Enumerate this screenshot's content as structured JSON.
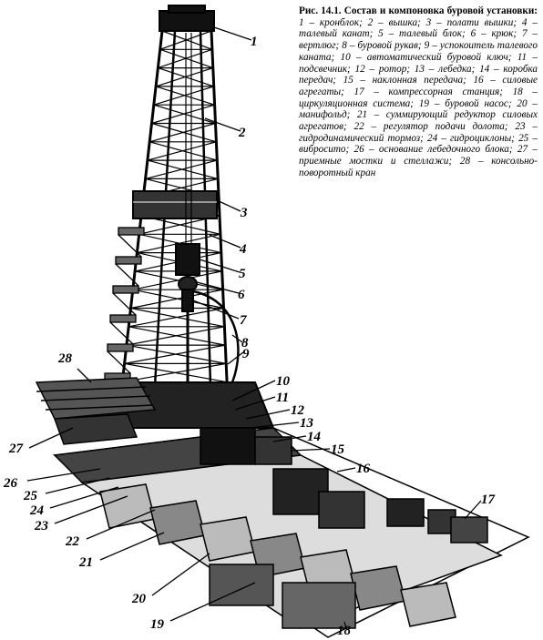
{
  "caption": {
    "title": "Рис. 14.1. Состав и компоновка буровой установки:",
    "body": "1 – кронблок; 2 – вышка; 3 – полати вышки; 4 – талевый канат; 5 – талевый блок; 6 – крюк; 7 – вертлюг; 8 – буровой рукав; 9 – успокоитель талевого каната; 10 – автоматический буровой ключ; 11 – подсвечник; 12 – ротор; 13 – лебедка; 14 – коробка передач; 15 – наклонная передача; 16 – силовые агрегаты; 17 – компрессорная станция; 18 – циркуляционная система; 19 – буровой насос; 20 – манифольд; 21 – суммирующий редуктор силовых агрегатов; 22 – регулятор подачи долота; 23 – гидродинамический тормоз; 24 – гидроциклоны; 25 – вибросито; 26 – основание лебедочного блока; 27 – приемные мостки и стеллажи; 28 – консольно-поворотный кран"
  },
  "callouts": [
    "1",
    "2",
    "3",
    "4",
    "5",
    "6",
    "7",
    "8",
    "9",
    "10",
    "11",
    "12",
    "13",
    "14",
    "15",
    "16",
    "17",
    "18",
    "19",
    "20",
    "21",
    "22",
    "23",
    "24",
    "25",
    "26",
    "27",
    "28"
  ],
  "colors": {
    "ink": "#000000",
    "paper": "#ffffff"
  }
}
